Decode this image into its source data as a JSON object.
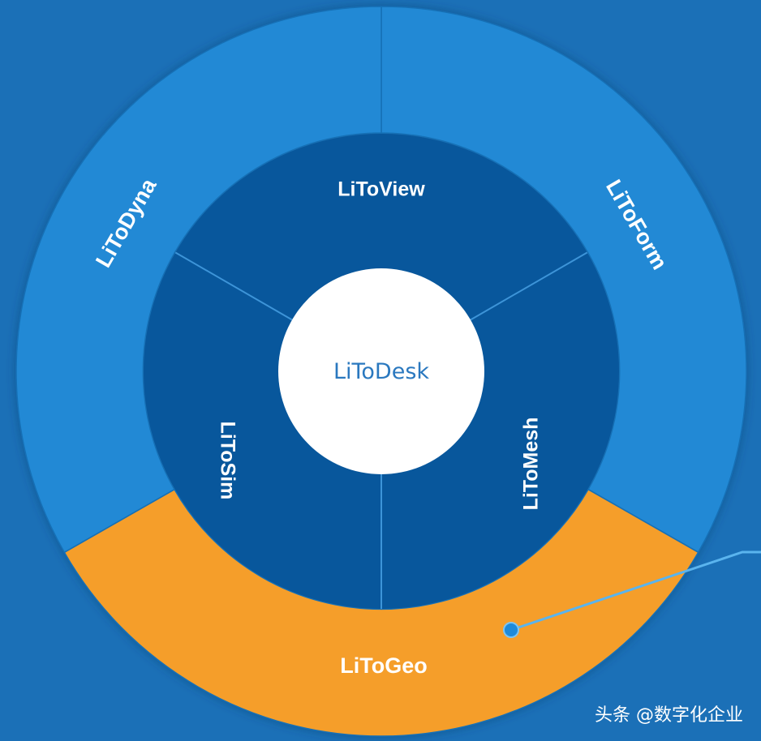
{
  "center": {
    "label": "LiToDesk"
  },
  "outer_ring": [
    {
      "id": "litoform",
      "label": "LiToForm"
    },
    {
      "id": "litogeo",
      "label": "LiToGeo"
    },
    {
      "id": "litodyna",
      "label": "LiToDyna"
    }
  ],
  "inner_ring": [
    {
      "id": "litoview",
      "label": "LiToView"
    },
    {
      "id": "litomesh",
      "label": "LiToMesh"
    },
    {
      "id": "litosim",
      "label": "LiToSim"
    }
  ],
  "watermark": "头条 @数字化企业",
  "colors": {
    "background": "#1b70b7",
    "outer_ring": "#2089d5",
    "highlight_segment": "#f59e2c",
    "inner_ring": "#08579c",
    "center": "#ffffff",
    "center_text": "#2a78bf",
    "divider": "#3d94d8"
  }
}
